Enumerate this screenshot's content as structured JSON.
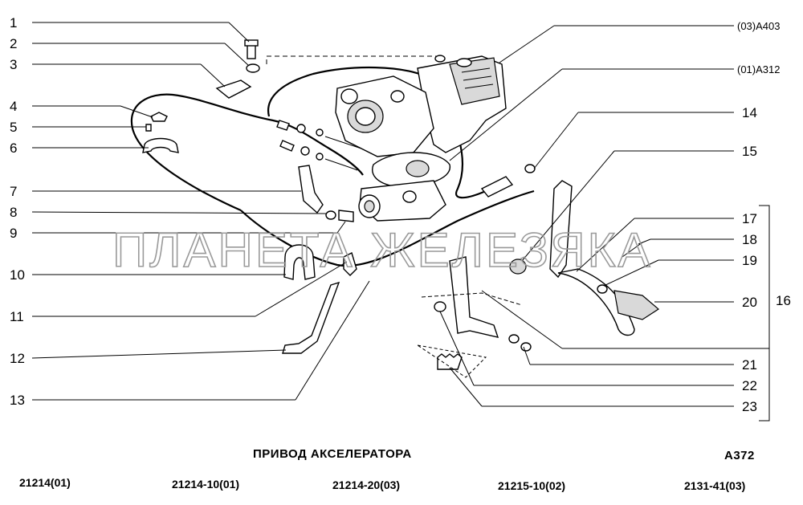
{
  "diagram": {
    "title": "ПРИВОД АКСЕЛЕРАТОРА",
    "code": "А372",
    "watermark": "ПЛАНЕТА ЖЕЛЕЗЯКА",
    "callouts_left": [
      "1",
      "2",
      "3",
      "4",
      "5",
      "6",
      "7",
      "8",
      "9",
      "10",
      "11",
      "12",
      "13"
    ],
    "callouts_right": [
      "14",
      "15",
      "17",
      "18",
      "19",
      "20",
      "21",
      "22",
      "23"
    ],
    "group_label": "16",
    "refs": [
      "(03)А403",
      "(01)А312"
    ],
    "models": [
      "21214(01)",
      "21214-10(01)",
      "21214-20(03)",
      "21215-10(02)",
      "2131-41(03)"
    ]
  }
}
